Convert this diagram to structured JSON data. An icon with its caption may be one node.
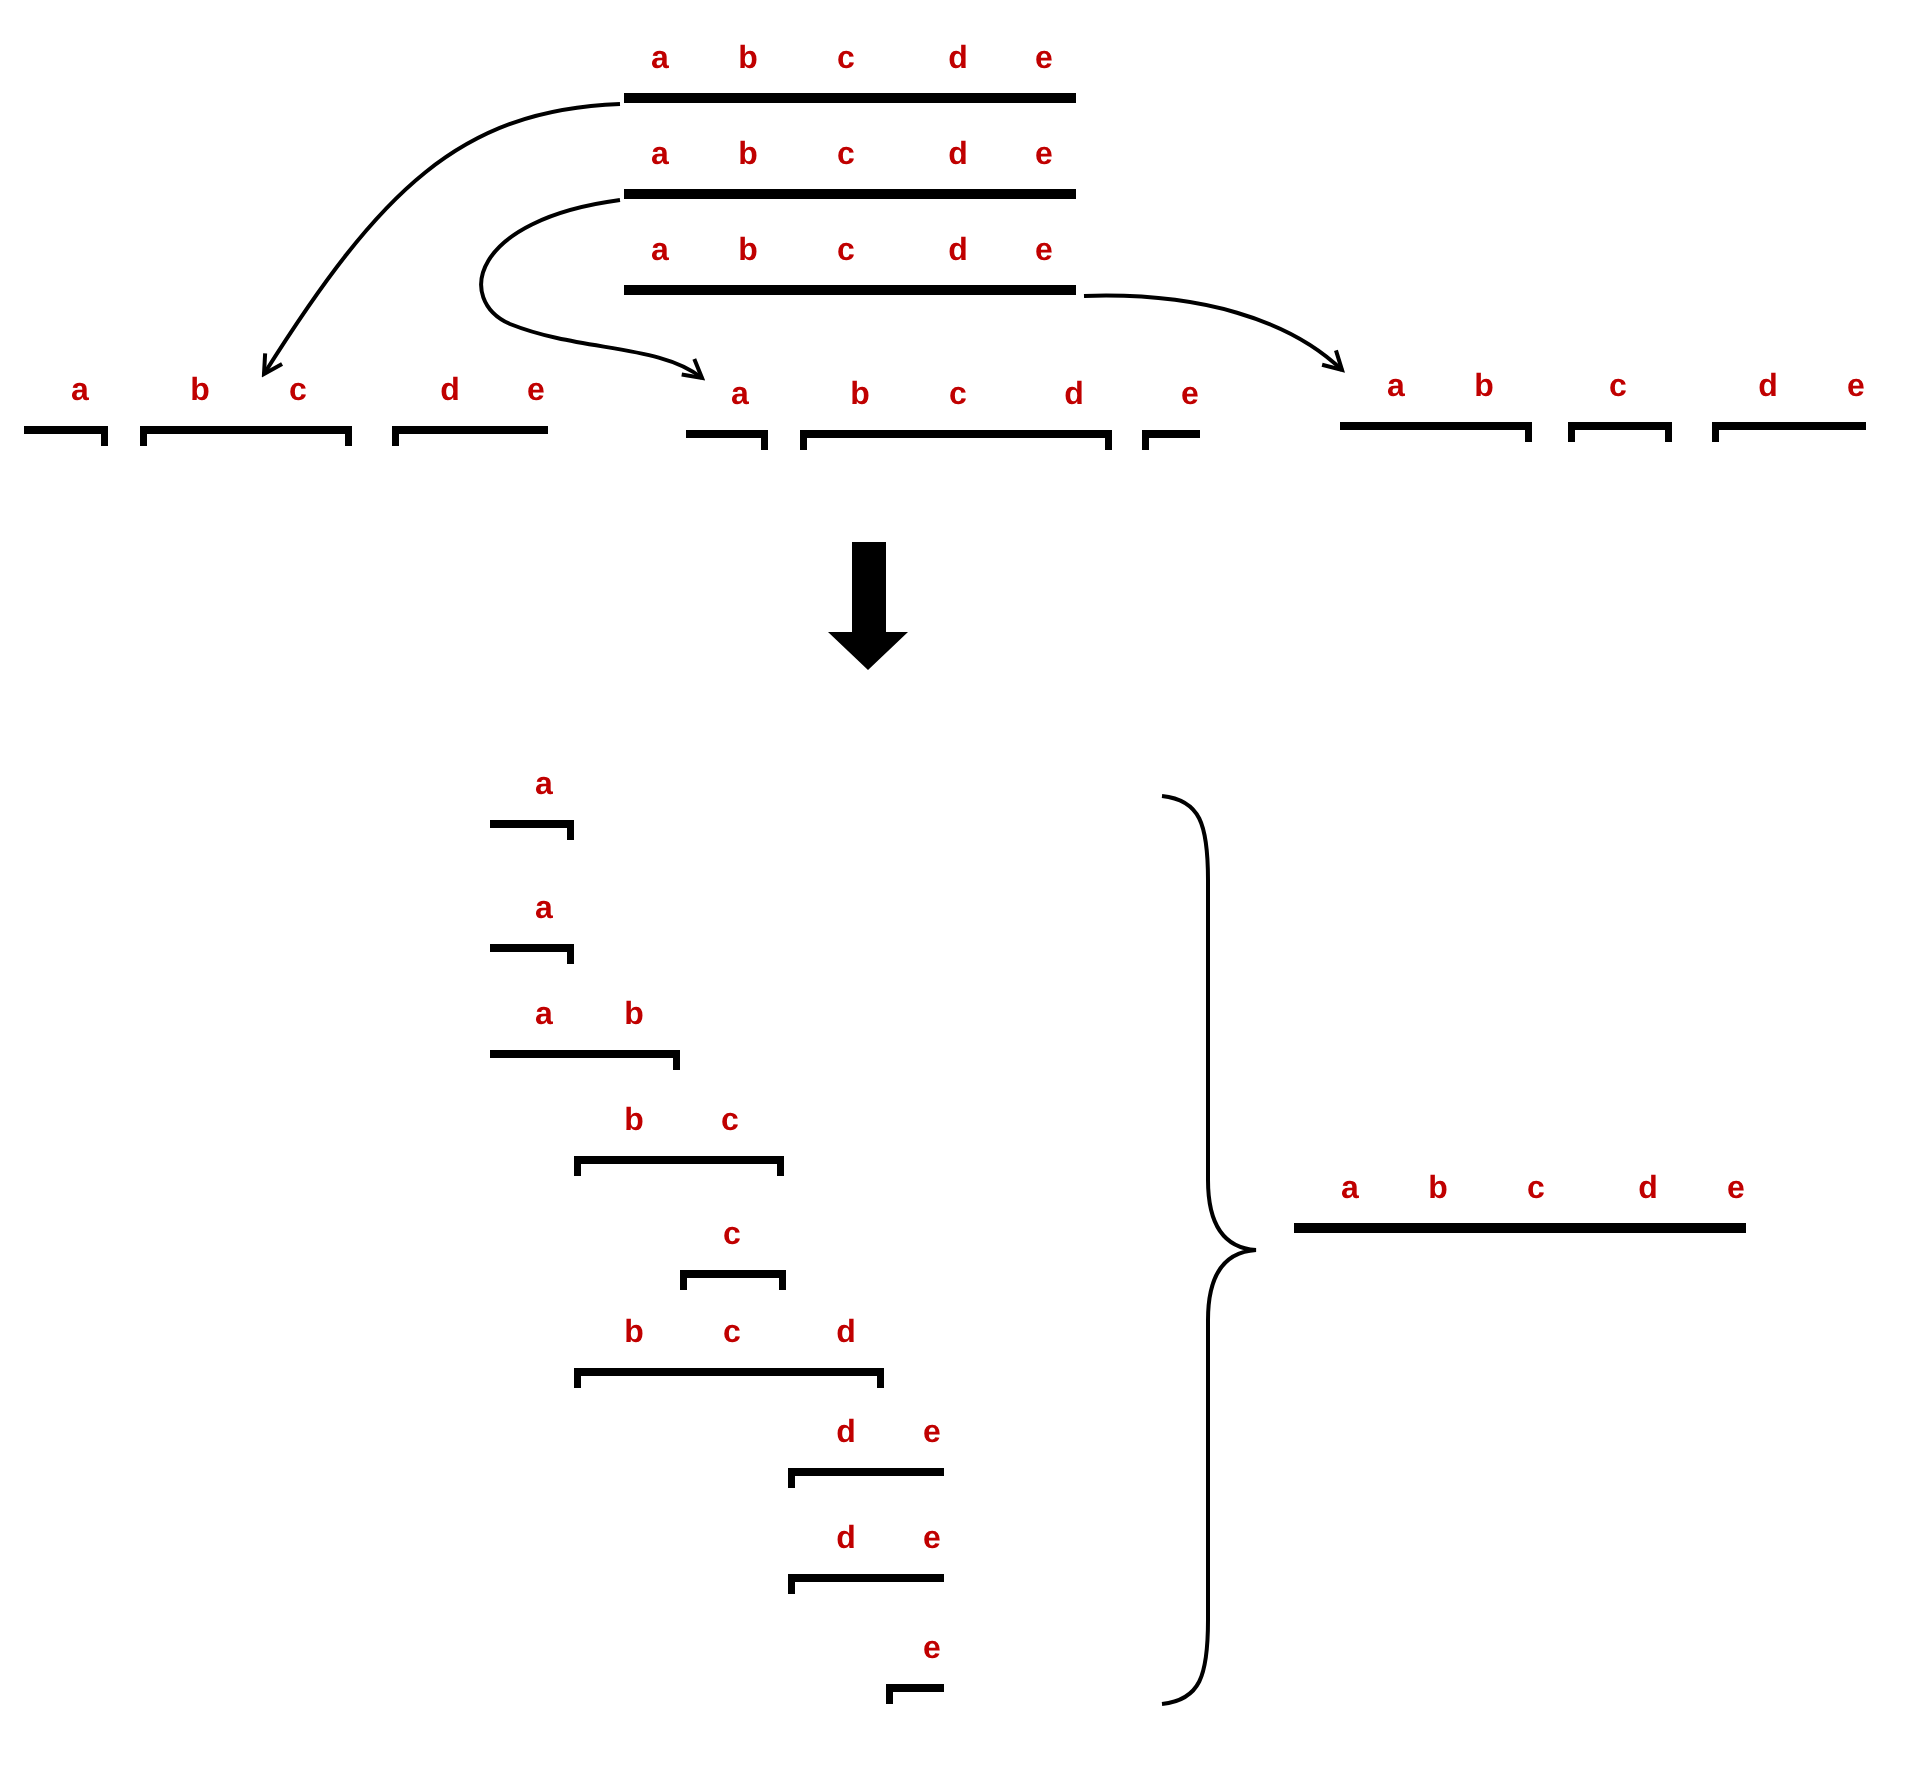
{
  "diagram": {
    "nodes": [
      {
        "text": [
          "a",
          "b",
          "c",
          "d",
          "e"
        ]
      },
      {
        "text": [
          "a",
          "b",
          "c",
          "d",
          "e"
        ]
      },
      {
        "text": [
          "a",
          "b",
          "c",
          "d",
          "e"
        ]
      },
      {
        "text": [
          "a"
        ]
      },
      {
        "text": [
          "b",
          "c"
        ]
      },
      {
        "text": [
          "d",
          "e"
        ]
      },
      {
        "text": [
          "a"
        ]
      },
      {
        "text": [
          "b",
          "c",
          "d"
        ]
      },
      {
        "text": [
          "e"
        ]
      },
      {
        "text": [
          "a",
          "b"
        ]
      },
      {
        "text": [
          "c"
        ]
      },
      {
        "text": [
          "d",
          "e"
        ]
      },
      {
        "text": [
          "a"
        ]
      },
      {
        "text": [
          "a"
        ]
      },
      {
        "text": [
          "a",
          "b"
        ]
      },
      {
        "text": [
          "b",
          "c"
        ]
      },
      {
        "text": [
          "c"
        ]
      },
      {
        "text": [
          "b",
          "c",
          "d"
        ]
      },
      {
        "text": [
          "d",
          "e"
        ]
      },
      {
        "text": [
          "d",
          "e"
        ]
      },
      {
        "text": [
          "e"
        ]
      },
      {
        "text": [
          "a",
          "b",
          "c",
          "d",
          "e"
        ]
      }
    ],
    "edges": [
      {
        "from": 0,
        "to": 4,
        "arrow": "to"
      },
      {
        "from": 1,
        "to": 6,
        "arrow": "to"
      },
      {
        "from": 2,
        "to": 9,
        "arrow": "to"
      }
    ]
  }
}
